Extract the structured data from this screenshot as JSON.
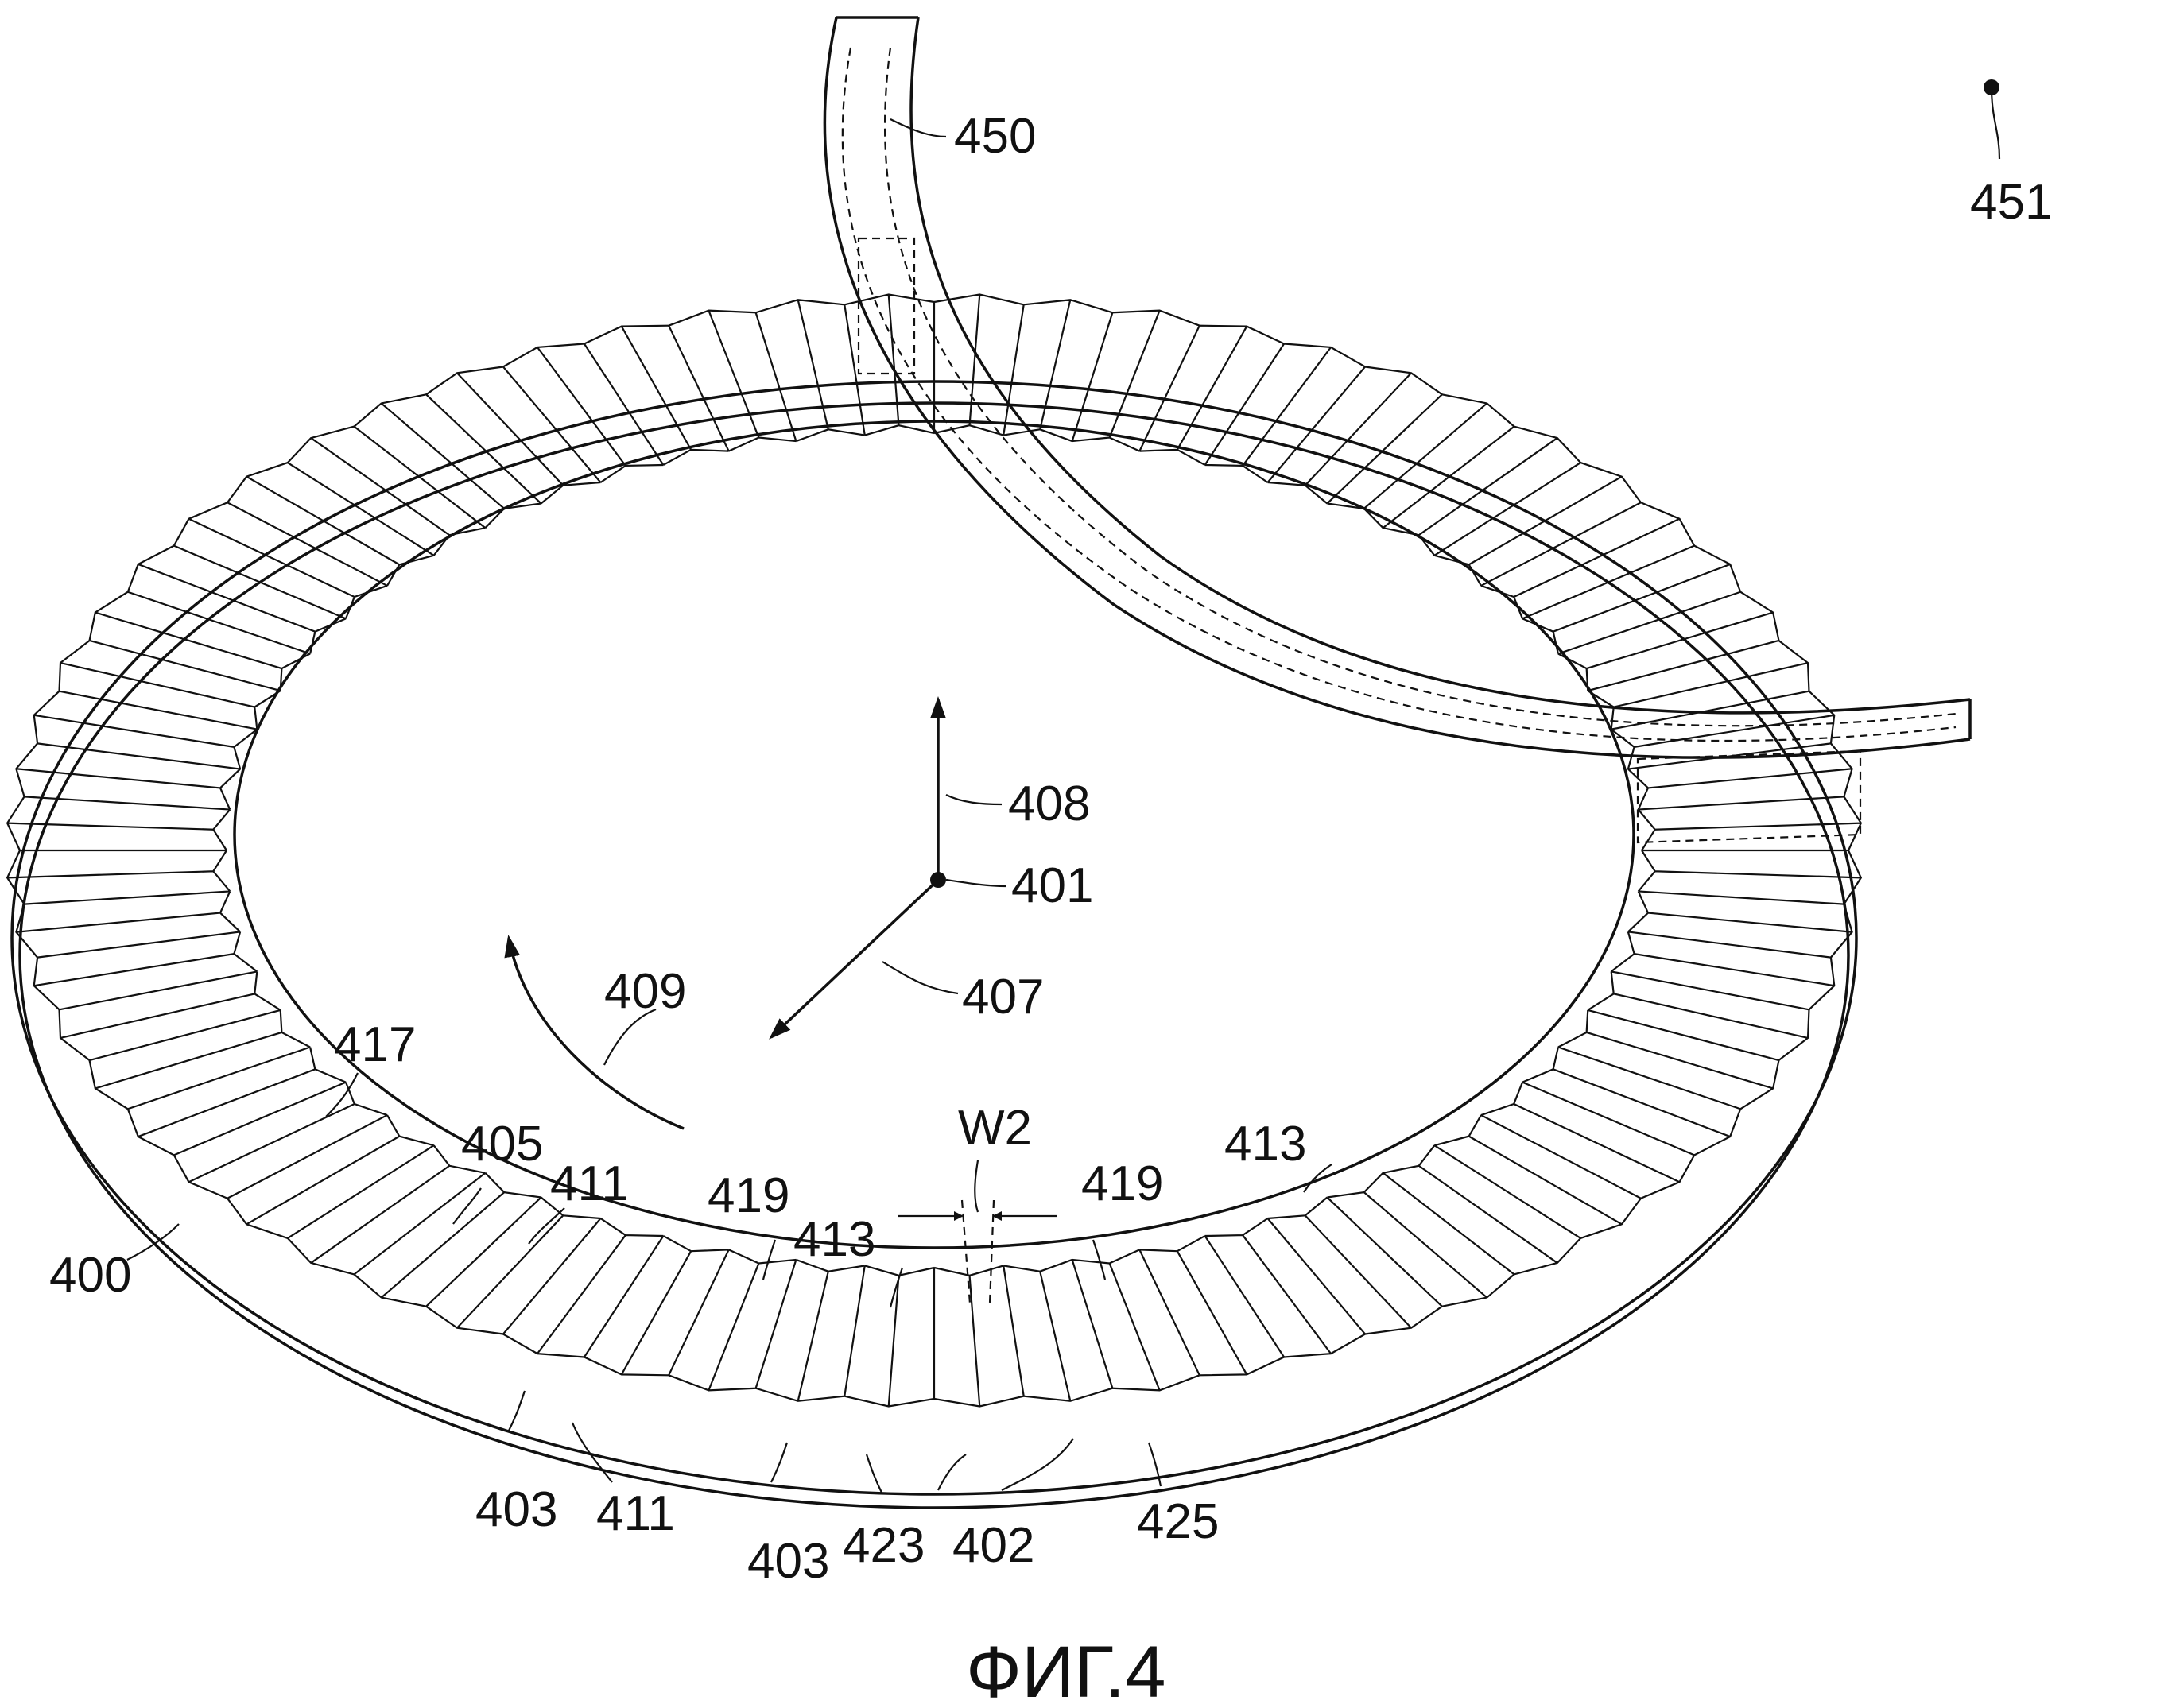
{
  "figure_caption": "ФИГ.4",
  "labels": {
    "l450": "450",
    "l451": "451",
    "l408": "408",
    "l401": "401",
    "l407": "407",
    "l409": "409",
    "l417": "417",
    "l405": "405",
    "l411a": "411",
    "l400": "400",
    "l419a": "419",
    "l413a": "413",
    "lW2": "W2",
    "l419b": "419",
    "l413b": "413",
    "l403a": "403",
    "l411b": "411",
    "l403b": "403",
    "l423": "423",
    "l402": "402",
    "l425": "425"
  }
}
